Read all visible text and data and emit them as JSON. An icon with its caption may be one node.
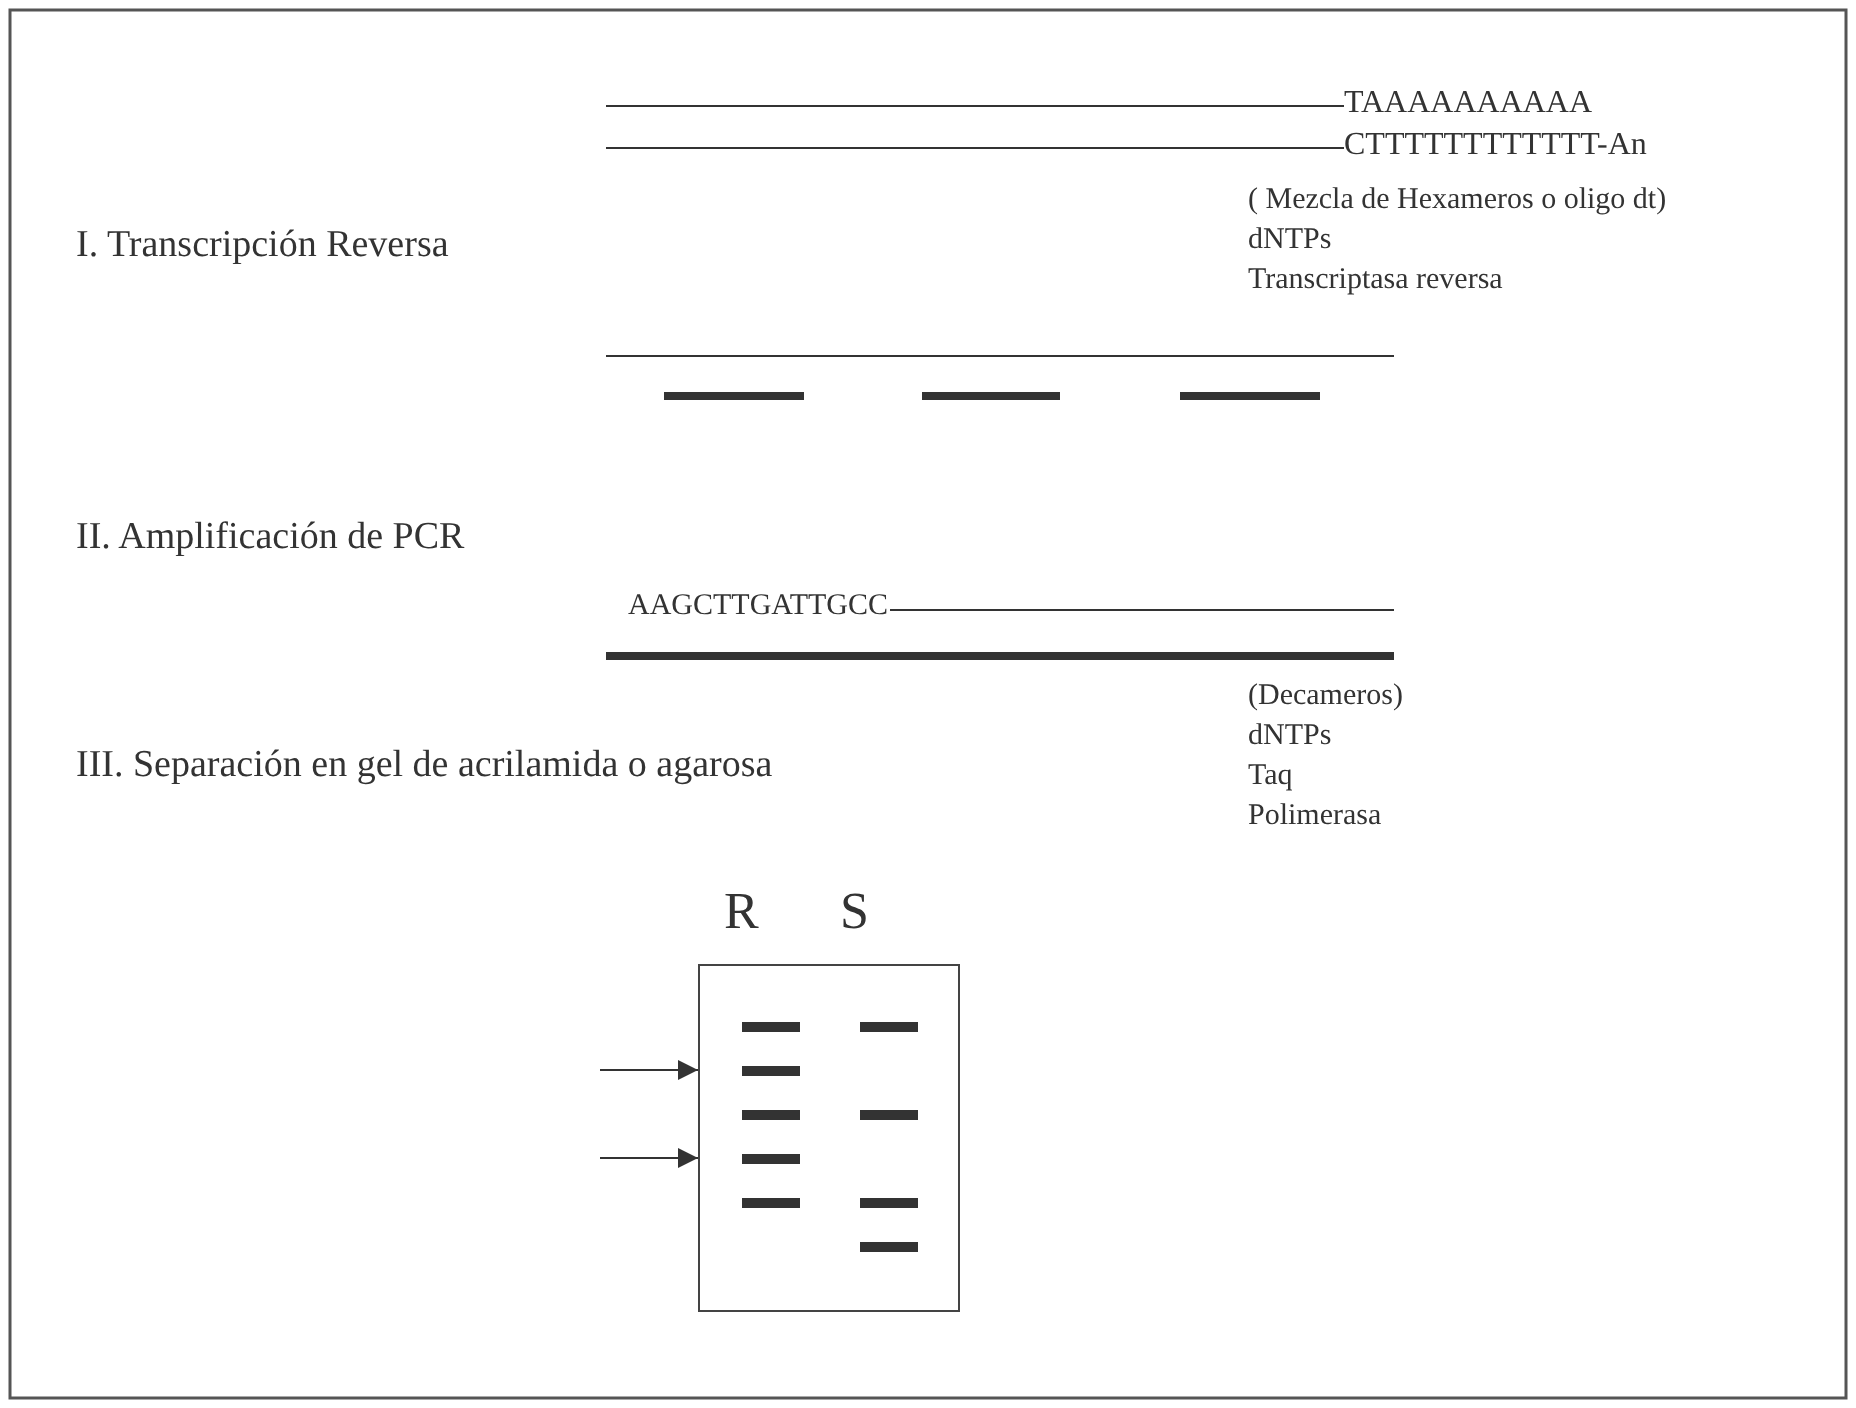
{
  "diagram": {
    "nodes": [
      {
        "text": [],
        "shape": "box"
      },
      {
        "text": [],
        "shape": "bar",
        "in": 0
      },
      {
        "text": [],
        "shape": "bar",
        "in": 0
      },
      {
        "text": [],
        "shape": "bar",
        "in": 0
      },
      {
        "text": [],
        "shape": "bar",
        "in": 0
      },
      {
        "text": [],
        "shape": "bar",
        "in": 0
      },
      {
        "text": [],
        "shape": "bar",
        "in": 0
      },
      {
        "text": [],
        "shape": "bar",
        "in": 0
      },
      {
        "text": [],
        "shape": "bar",
        "in": 0
      },
      {
        "text": [],
        "shape": "bar",
        "in": 0
      }
    ],
    "edges": [
      {
        "from": null,
        "to": 2,
        "arrow": "to"
      },
      {
        "from": null,
        "to": 4,
        "arrow": "to"
      }
    ],
    "labels": [
      "TAAAAAAAAAA",
      "CTTTTTTTTTTTT-An",
      "I. Transcripción Reversa",
      "( Mezcla de Hexameros o oligo dt)",
      "dNTPs",
      "Transcriptasa reversa",
      "II. Amplificación de PCR",
      "AAGCTTGATTGCC",
      "(Decameros)",
      "dNTPs",
      "Taq",
      "Polimerasa",
      "III. Separación en gel de acrilamida o agarosa",
      "R",
      "S"
    ]
  }
}
